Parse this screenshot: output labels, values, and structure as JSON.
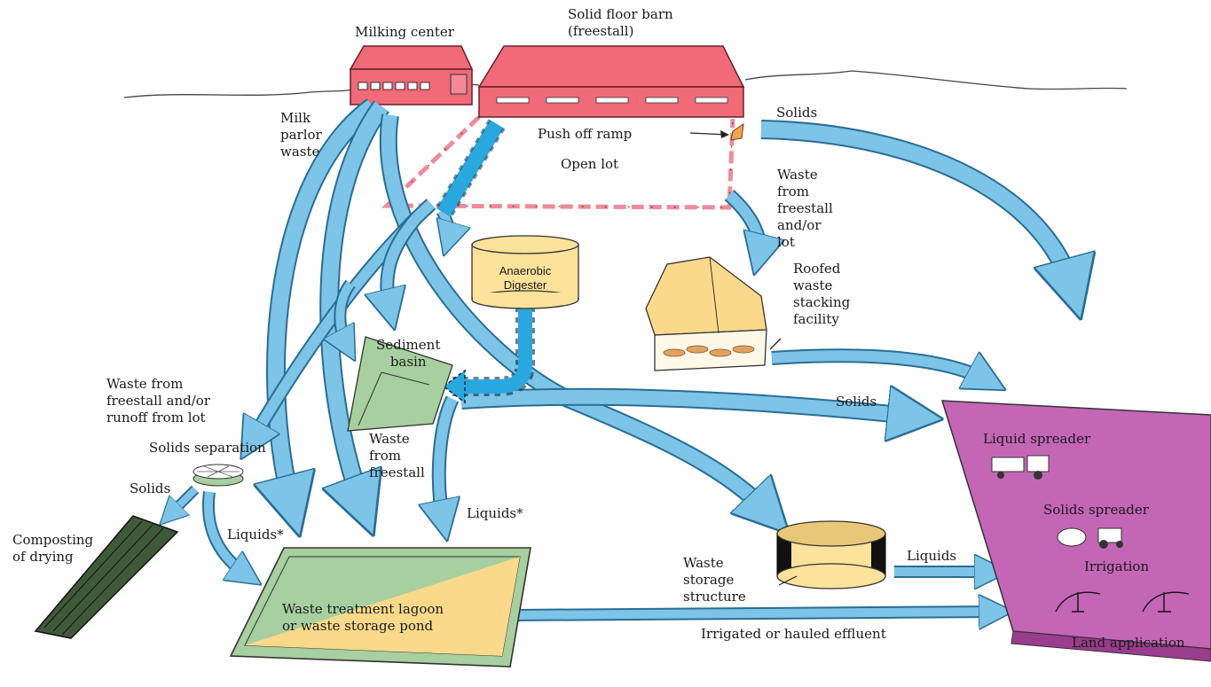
{
  "labels": {
    "milking_center": "Milking center",
    "barn": "Solid floor barn\n(freestall)",
    "milk_parlor": "Milk\nparlor\nwaste",
    "solids_top": "Solids",
    "push_off_ramp": "Push off ramp",
    "open_lot": "Open lot",
    "waste_freestall_lot": "Waste\nfrom\nfreestall\nand/or\nlot",
    "anaerobic_digester": "Anaerobic\nDigester",
    "roofed_stacking": "Roofed\nwaste\nstacking\nfacility",
    "sediment_basin": "Sediment\nbasin",
    "waste_runoff": "Waste from\nfreestall and/or\nrunoff from lot",
    "solids_middle": "Solids",
    "liquid_spreader": "Liquid spreader",
    "waste_from_freestall": "Waste\nfrom\nfreestall",
    "solids_separation": "Solids separation",
    "solids_left": "Solids",
    "composting": "Composting\nof drying",
    "liquids_left": "Liquids*",
    "liquids_center": "Liquids*",
    "solids_spreader": "Solids spreader",
    "irrigation": "Irrigation",
    "waste_storage_structure": "Waste\nstorage\nstructure",
    "liquids_right": "Liquids",
    "lagoon": "Waste treatment lagoon\nor waste storage pond",
    "irrigated_effluent": "Irrigated or hauled effluent",
    "land_application": "Land application"
  },
  "colors": {
    "flow_arrow": "#7cc4e8",
    "flow_outline": "#2a6d94",
    "digester_pipe": "#29a8e0",
    "building_red": "#f06a78",
    "digester_fill": "#fde29a",
    "lagoon_green": "#a7cf9f",
    "lagoon_tan": "#fbd98a",
    "land_purple": "#c466b6"
  }
}
